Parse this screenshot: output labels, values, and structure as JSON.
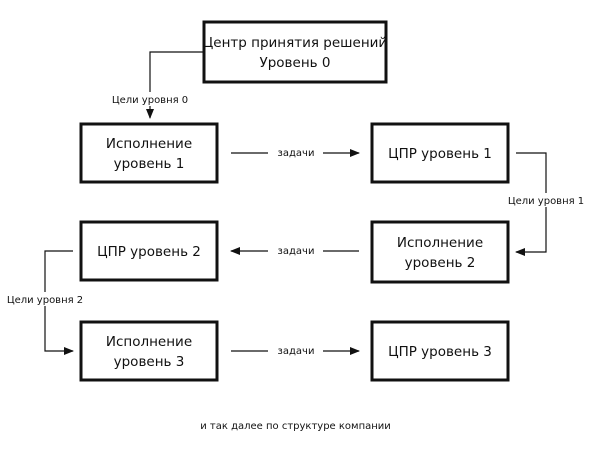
{
  "boxes": {
    "center": {
      "line1": "Центр принятия решений",
      "line2": "Уровень 0"
    },
    "exec1": {
      "line1": "Исполнение",
      "line2": "уровень 1"
    },
    "cpr1": {
      "line1": "ЦПР уровень 1"
    },
    "exec2": {
      "line1": "Исполнение",
      "line2": "уровень 2"
    },
    "cpr2": {
      "line1": "ЦПР уровень 2"
    },
    "exec3": {
      "line1": "Исполнение",
      "line2": "уровень 3"
    },
    "cpr3": {
      "line1": "ЦПР уровень 3"
    }
  },
  "labels": {
    "goals0": "Цели уровня 0",
    "goals1": "Цели уровня 1",
    "goals2": "Цели уровня 2",
    "tasks1": "задачи",
    "tasks2": "задачи",
    "tasks3": "задачи"
  },
  "footer": "и так далее по структуре компании"
}
